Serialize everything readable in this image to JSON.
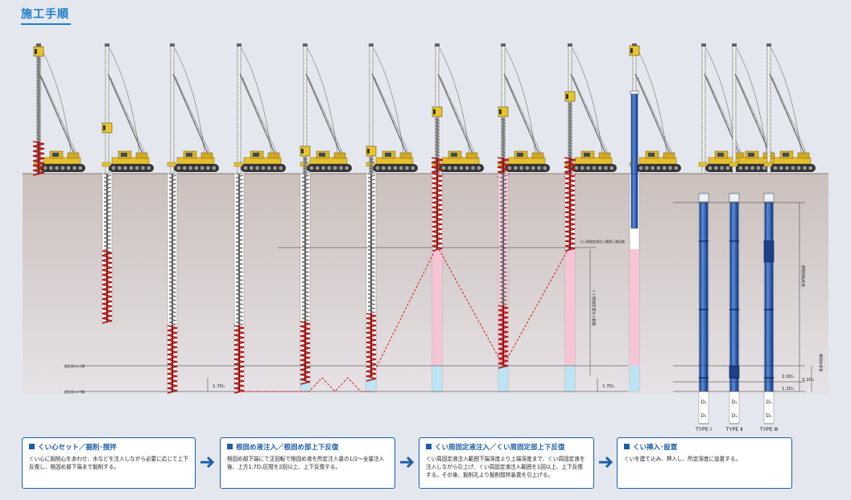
{
  "title": "施工手順",
  "ground_labels": {
    "upper": "掘削長1m上端",
    "lower": "掘削長1m下端"
  },
  "dims": {
    "d1": "1.7D₁",
    "d2": "1.7D₁",
    "d3": "2.0D₁",
    "d4": "1.2D₁",
    "d5": "3.2D₁",
    "fixed_note": "くい周固定液注入範囲上端深度",
    "fixed_range": "くい周固定液注入範囲",
    "pile_length": "鋼管回転杭長",
    "embed": "根固め部長"
  },
  "types": [
    "TYPE Ⅰ",
    "TYPE Ⅱ",
    "TYPE Ⅲ"
  ],
  "diam_label": "D₁",
  "steps": [
    {
      "title": "くい心セット／掘削･撹拌",
      "body": "くい心に掘削心をあわせ、水などを注入しながら必要に応じて上下反復し、根固め部下端まで掘削する。"
    },
    {
      "title": "根固め液注入／根固め部上下反復",
      "body": "根固め部下端にて正回転で根固め液を所定注入量の1/2～全量注入後、上方1.7D₁区間を2回以上、上下反復する。"
    },
    {
      "title": "くい周固定液注入／くい周固定部上下反復",
      "body": "くい周固定液注入範囲下端深度より上端深度まで、くい周固定液を注入しながら引上げ、くい周固定液注入範囲を1回以上、上下反復する。その後、掘削孔より掘削撹拌装置を引上げる。"
    },
    {
      "title": "くい挿入･設置",
      "body": "くいを建て込み、押入し、所定深度に設置する。"
    }
  ]
}
